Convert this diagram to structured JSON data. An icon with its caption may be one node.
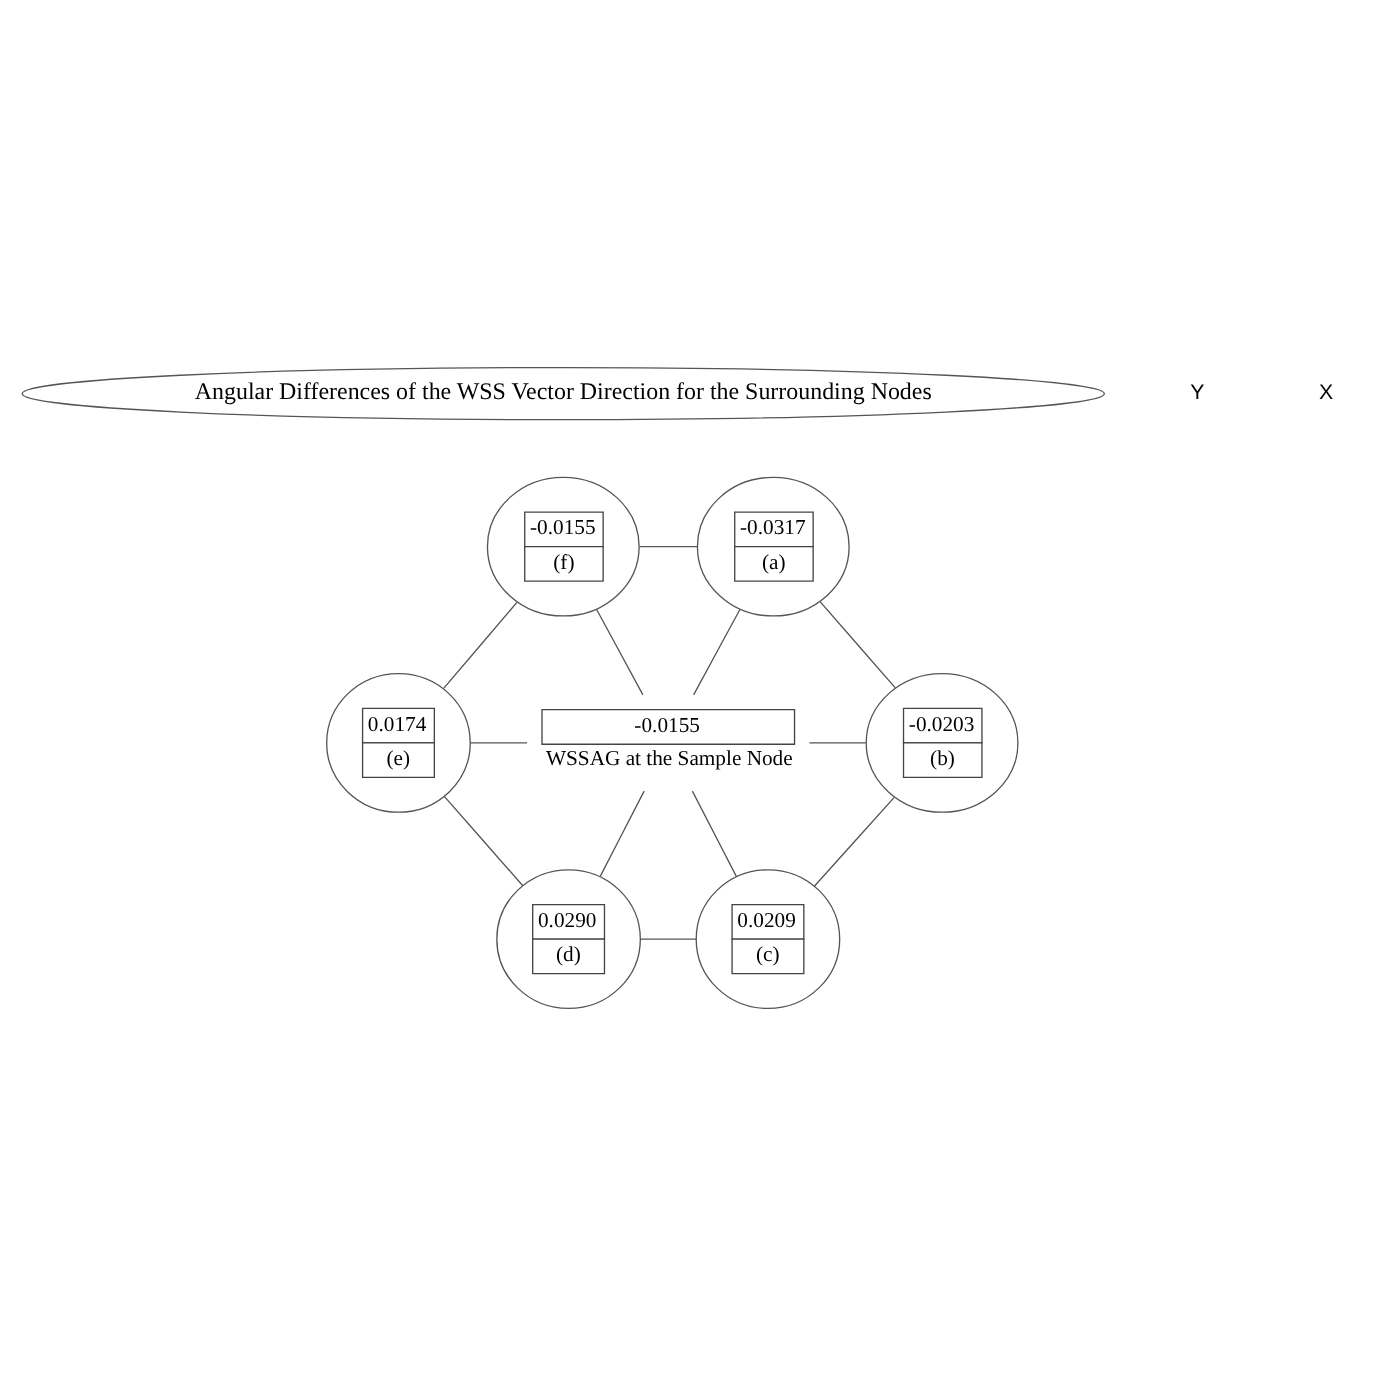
{
  "diagram": {
    "nodes": [
      {
        "text": [
          "Angular Differences of the WSS Vector Direction for the Surrounding Nodes"
        ]
      },
      {
        "text": [
          "-0.0155",
          "(f)"
        ]
      },
      {
        "text": [
          "-0.0317",
          "(a)"
        ]
      },
      {
        "text": [
          "0.0174",
          "(e)"
        ]
      },
      {
        "text": [
          "-0.0155"
        ],
        "beside": [
          "WSSAG at the Sample Node"
        ]
      },
      {
        "text": [
          "-0.0203",
          "(b)"
        ]
      },
      {
        "text": [
          "0.0290",
          "(d)"
        ]
      },
      {
        "text": [
          "0.0209",
          "(c)"
        ]
      }
    ],
    "edges": [
      {
        "from": 1,
        "to": 2,
        "arrow": "none"
      },
      {
        "from": 1,
        "to": 3,
        "arrow": "none"
      },
      {
        "from": 1,
        "to": 4,
        "arrow": "none"
      },
      {
        "from": 2,
        "to": 4,
        "arrow": "none"
      },
      {
        "from": 2,
        "to": 5,
        "arrow": "none"
      },
      {
        "from": 3,
        "to": 4,
        "arrow": "none"
      },
      {
        "from": 4,
        "to": 5,
        "arrow": "none"
      },
      {
        "from": 3,
        "to": 6,
        "arrow": "none"
      },
      {
        "from": 4,
        "to": 6,
        "arrow": "none"
      },
      {
        "from": 4,
        "to": 7,
        "arrow": "none"
      },
      {
        "from": 5,
        "to": 7,
        "arrow": "none"
      },
      {
        "from": 6,
        "to": 7,
        "arrow": "none"
      }
    ],
    "labels": [
      "Y",
      "X"
    ]
  }
}
